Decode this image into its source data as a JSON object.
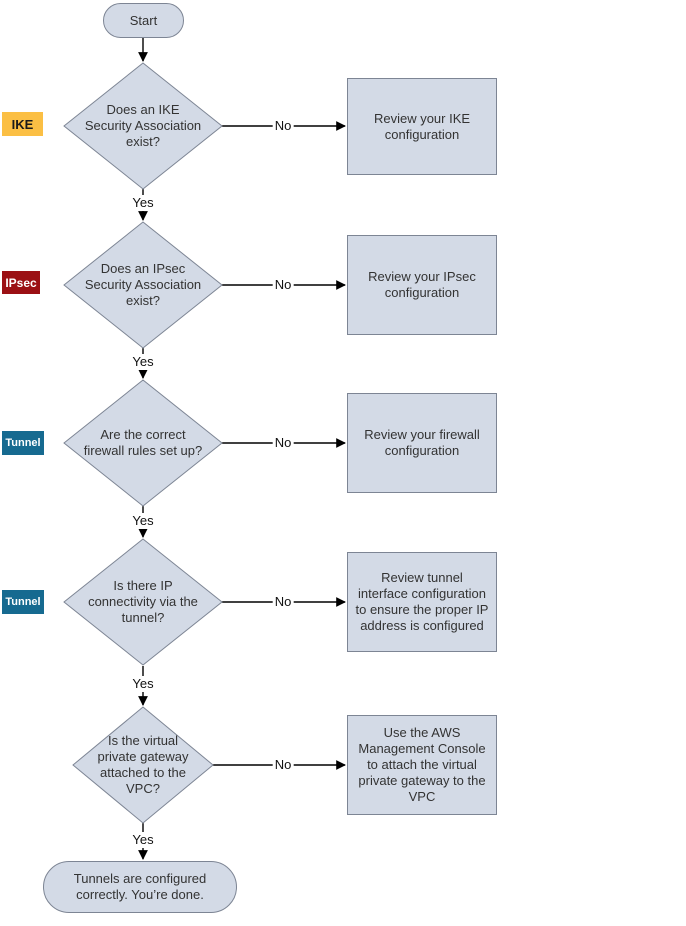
{
  "flow": {
    "start": {
      "label": "Start"
    },
    "end": {
      "label": "Tunnels are configured\ncorrectly. You’re done."
    },
    "yes_label": "Yes",
    "no_label": "No",
    "steps": [
      {
        "badge": {
          "text": "IKE",
          "bg": "#fbbf44",
          "fg": "#1a1a1a"
        },
        "question": "Does an IKE\nSecurity Association\nexist?",
        "action": "Review your IKE\nconfiguration"
      },
      {
        "badge": {
          "text": "IPsec",
          "bg": "#9b1014",
          "fg": "#ffffff"
        },
        "question": "Does an IPsec\nSecurity Association\nexist?",
        "action": "Review your IPsec\nconfiguration"
      },
      {
        "badge": {
          "text": "Tunnel",
          "bg": "#166a90",
          "fg": "#ffffff"
        },
        "question": "Are the correct\nfirewall rules set up?",
        "action": "Review your firewall\nconfiguration"
      },
      {
        "badge": {
          "text": "Tunnel",
          "bg": "#166a90",
          "fg": "#ffffff"
        },
        "question": "Is there IP\nconnectivity via the\ntunnel?",
        "action": "Review tunnel\ninterface configuration\nto ensure the proper IP\naddress is configured"
      },
      {
        "badge": null,
        "question": "Is the virtual\nprivate gateway\nattached to the\nVPC?",
        "action": "Use the AWS\nManagement Console\nto attach the virtual\nprivate gateway to the\nVPC"
      }
    ]
  },
  "colors": {
    "node_fill": "#d3dae6",
    "node_border": "#7d8594",
    "connector": "#000000",
    "ike_badge_bg": "#fbbf44",
    "ipsec_badge_bg": "#9b1014",
    "tunnel_badge_bg": "#166a90",
    "text": "#333333",
    "background": "#ffffff"
  }
}
